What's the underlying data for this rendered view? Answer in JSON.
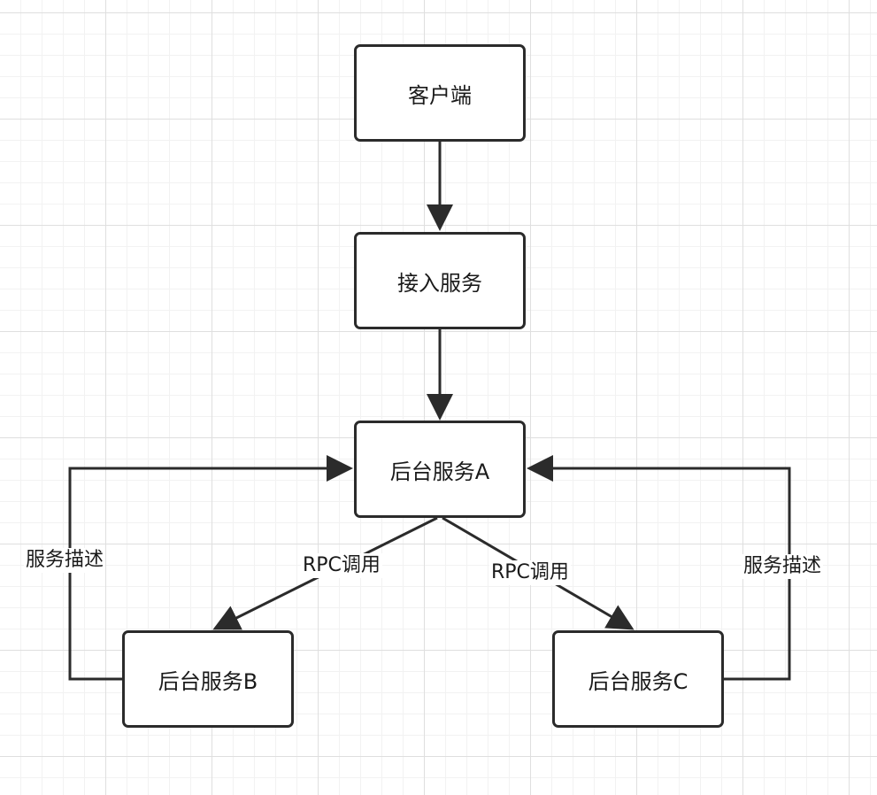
{
  "nodes": {
    "client": "客户端",
    "gateway": "接入服务",
    "service_a": "后台服务A",
    "service_b": "后台服务B",
    "service_c": "后台服务C"
  },
  "edges": {
    "rpc_left": "RPC调用",
    "rpc_right": "RPC调用",
    "desc_left": "服务描述",
    "desc_right": "服务描述"
  },
  "colors": {
    "stroke": "#2b2b2b",
    "grid": "#dfdfdf"
  }
}
